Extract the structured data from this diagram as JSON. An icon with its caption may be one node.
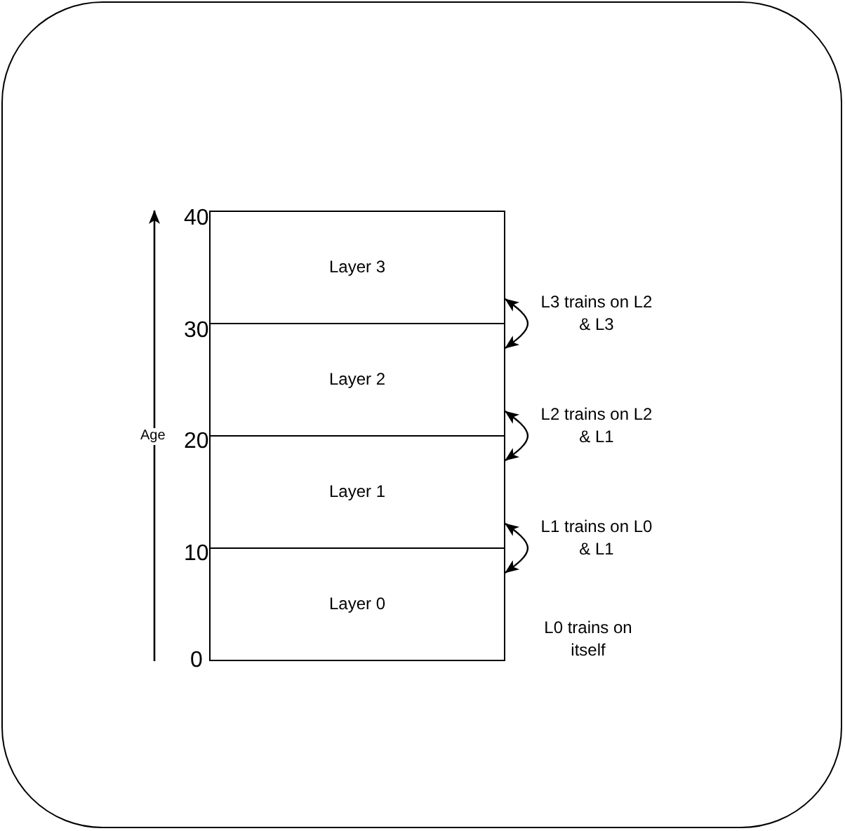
{
  "diagram": {
    "nodes": [
      {
        "text": [
          "Layer 3"
        ]
      },
      {
        "text": [
          "Layer 2"
        ]
      },
      {
        "text": [
          "Layer 1"
        ]
      },
      {
        "text": [
          "Layer 0"
        ],
        "beside": [
          "L0 trains on itself"
        ]
      }
    ],
    "edges": [
      {
        "from": 0,
        "to": 1,
        "arrow": "both",
        "label": "L3 trains on L2 & L3"
      },
      {
        "from": 1,
        "to": 2,
        "arrow": "both",
        "label": "L2 trains on L2 & L1"
      },
      {
        "from": 2,
        "to": 3,
        "arrow": "both",
        "label": "L1 trains on L0 & L1"
      }
    ],
    "labels": [
      "40",
      "30",
      "20",
      "10",
      "0",
      "Age"
    ]
  }
}
